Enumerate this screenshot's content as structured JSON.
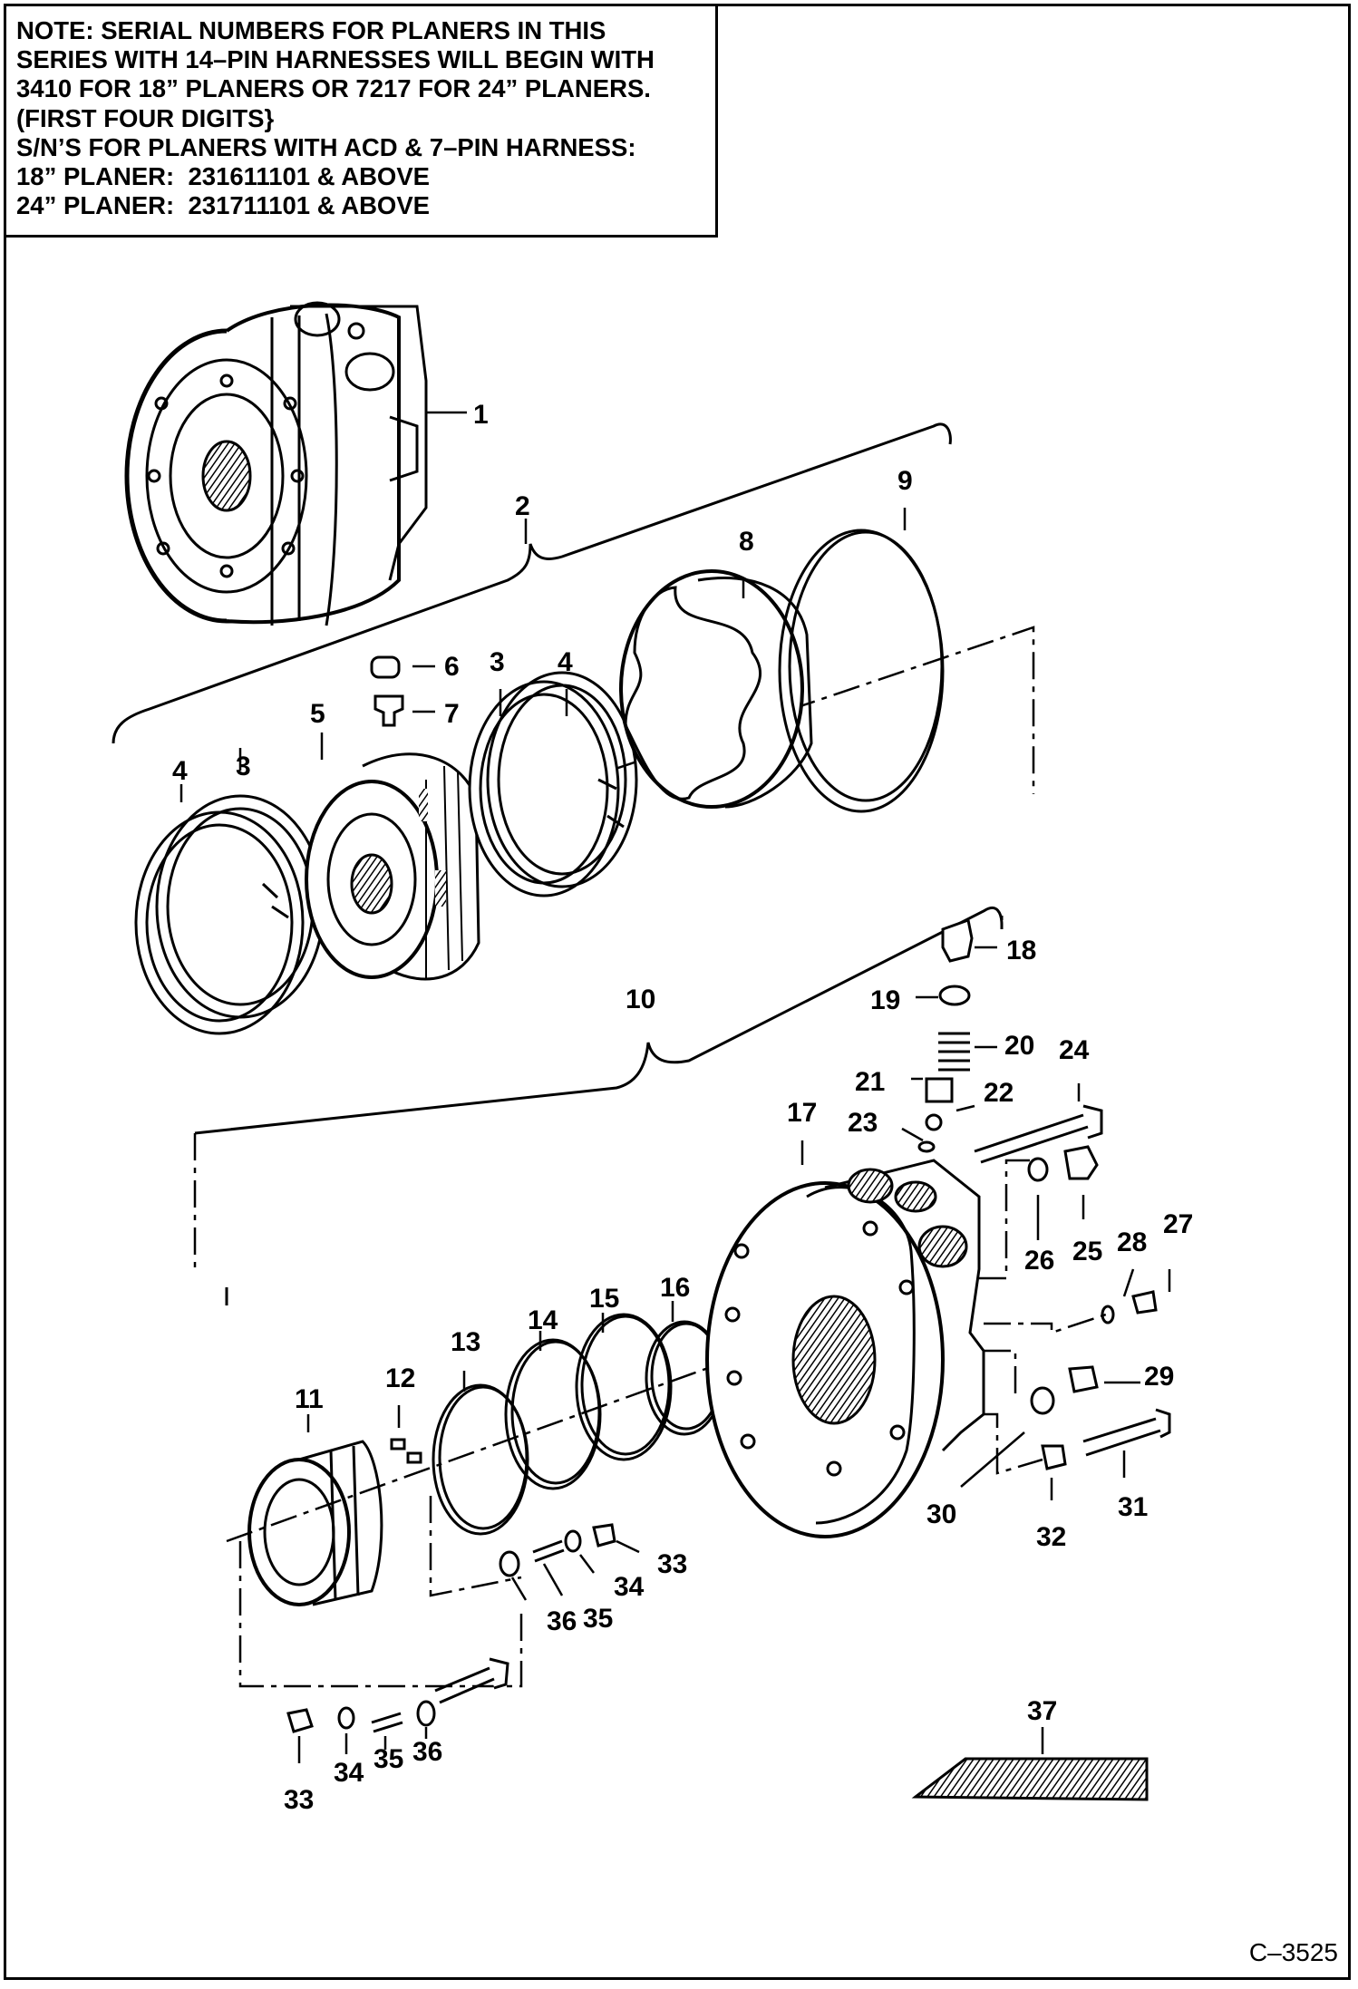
{
  "note": {
    "lines": [
      "NOTE: SERIAL NUMBERS FOR PLANERS IN THIS",
      "SERIES WITH 14–PIN HARNESSES WILL BEGIN WITH",
      "3410 FOR 18” PLANERS OR 7217 FOR 24” PLANERS.",
      "(FIRST FOUR DIGITS}",
      "S/N’S FOR PLANERS WITH ACD & 7–PIN HARNESS:",
      "18” PLANER:  231611101 & ABOVE",
      "24” PLANER:  231711101 & ABOVE"
    ]
  },
  "callouts": {
    "c1": "1",
    "c2": "2",
    "c3a": "3",
    "c3b": "3",
    "c4a": "4",
    "c4b": "4",
    "c5": "5",
    "c6": "6",
    "c7": "7",
    "c8": "8",
    "c9": "9",
    "c10": "10",
    "c11": "11",
    "c12": "12",
    "c13": "13",
    "c14": "14",
    "c15": "15",
    "c16": "16",
    "c17": "17",
    "c18": "18",
    "c19": "19",
    "c20": "20",
    "c21": "21",
    "c22": "22",
    "c23": "23",
    "c24": "24",
    "c25": "25",
    "c26": "26",
    "c27": "27",
    "c28": "28",
    "c29": "29",
    "c30": "30",
    "c31": "31",
    "c32": "32",
    "c33a": "33",
    "c33b": "33",
    "c34a": "34",
    "c34b": "34",
    "c35a": "35",
    "c35b": "35",
    "c36a": "36",
    "c36b": "36",
    "c37": "37"
  },
  "figure_code": "C–3525"
}
